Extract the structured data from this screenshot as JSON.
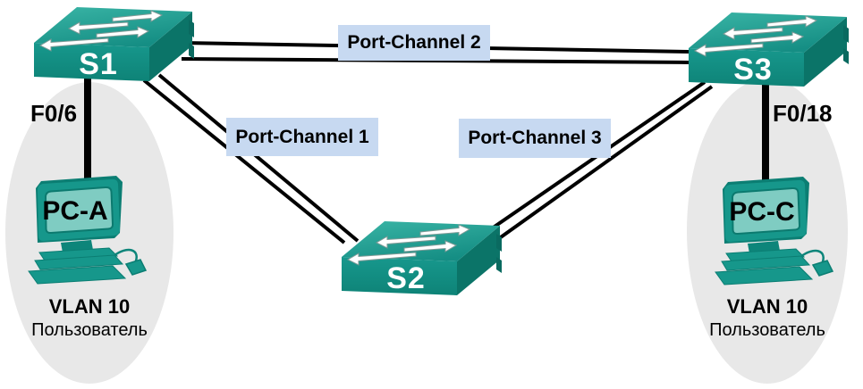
{
  "colors": {
    "background": "#ffffff",
    "device_teal": "#16978b",
    "device_teal_light": "#38b2a4",
    "device_teal_dark": "#0b7e73",
    "pc_screen_teal": "#7fccc2",
    "port_channel_box_blue": "#c7d9f1",
    "zone_gray": "#e8e8e8",
    "link_color": "#000000",
    "switch_label_color": "#ffffff",
    "text_color": "#000000"
  },
  "devices": {
    "switches": [
      {
        "label": "S1"
      },
      {
        "label": "S2"
      },
      {
        "label": "S3"
      }
    ],
    "hosts": [
      {
        "label": "PC-A",
        "interface_label": "F0/6",
        "vlan_label": "VLAN 10",
        "zone_label": "Пользователь"
      },
      {
        "label": "PC-C",
        "interface_label": "F0/18",
        "vlan_label": "VLAN 10",
        "zone_label": "Пользователь"
      }
    ]
  },
  "links": {
    "port_channels": [
      {
        "label": "Port-Channel 1",
        "between": "S1-S2"
      },
      {
        "label": "Port-Channel 2",
        "between": "S1-S3"
      },
      {
        "label": "Port-Channel 3",
        "between": "S2-S3"
      }
    ]
  }
}
